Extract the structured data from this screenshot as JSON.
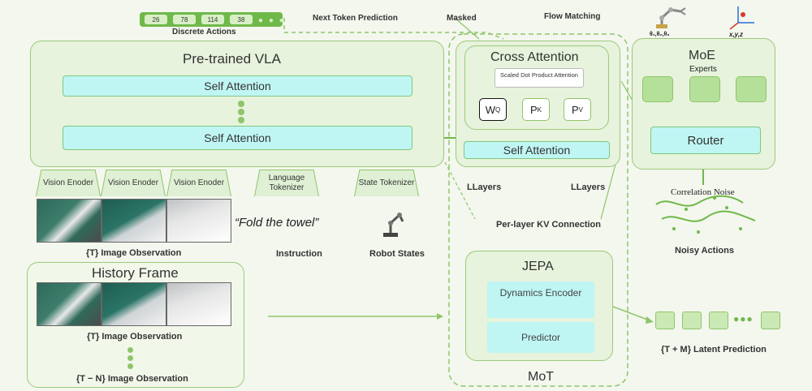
{
  "discrete_actions": {
    "tokens": [
      "26",
      "78",
      "114",
      "38"
    ],
    "label": "Discrete Actions"
  },
  "top_labels": {
    "next_token": "Next Token Prediction",
    "masked": "Masked",
    "flow_matching": "Flow Matching"
  },
  "robot_param_labels": {
    "theta": "θ₁,θ₂,θ₃",
    "xyz": "x,y,z"
  },
  "vla": {
    "title": "Pre-trained VLA",
    "self_attention_top": "Self Attention",
    "self_attention_bottom": "Self Attention"
  },
  "encoders": [
    "Vision Enoder",
    "Vision Enoder",
    "Vision Enoder",
    "Language Tokenizer",
    "State Tokenizer"
  ],
  "instruction_quote": "“Fold the towel”",
  "observation_labels": {
    "image_obs": "{T} Image Observation",
    "instruction": "Instruction",
    "robot_states": "Robot States"
  },
  "history": {
    "title": "History Frame",
    "obs_t": "{T} Image Observation",
    "obs_tn": "{T − N} Image Observation"
  },
  "cross_attention": {
    "title": "Cross Attention",
    "scaled_dot": "Scaled Dot Product Attention",
    "wq": "W",
    "wq_sub": "Q",
    "pk": "P",
    "pk_sub": "K",
    "pv": "P",
    "pv_sub": "V",
    "self_attention": "Self Attention",
    "llayers_left": "LLayers",
    "llayers_right": "LLayers",
    "kv_connection": "Per-layer KV Connection"
  },
  "moe": {
    "title": "MoE",
    "experts": "Experts",
    "router": "Router"
  },
  "noise": {
    "correlation": "Correlation Noise",
    "noisy_actions": "Noisy Actions"
  },
  "jepa": {
    "title": "JEPA",
    "dynamics": "Dynamics Encoder",
    "predictor": "Predictor"
  },
  "mot_label": "MoT",
  "latent_prediction": "{T + M} Latent Prediction"
}
